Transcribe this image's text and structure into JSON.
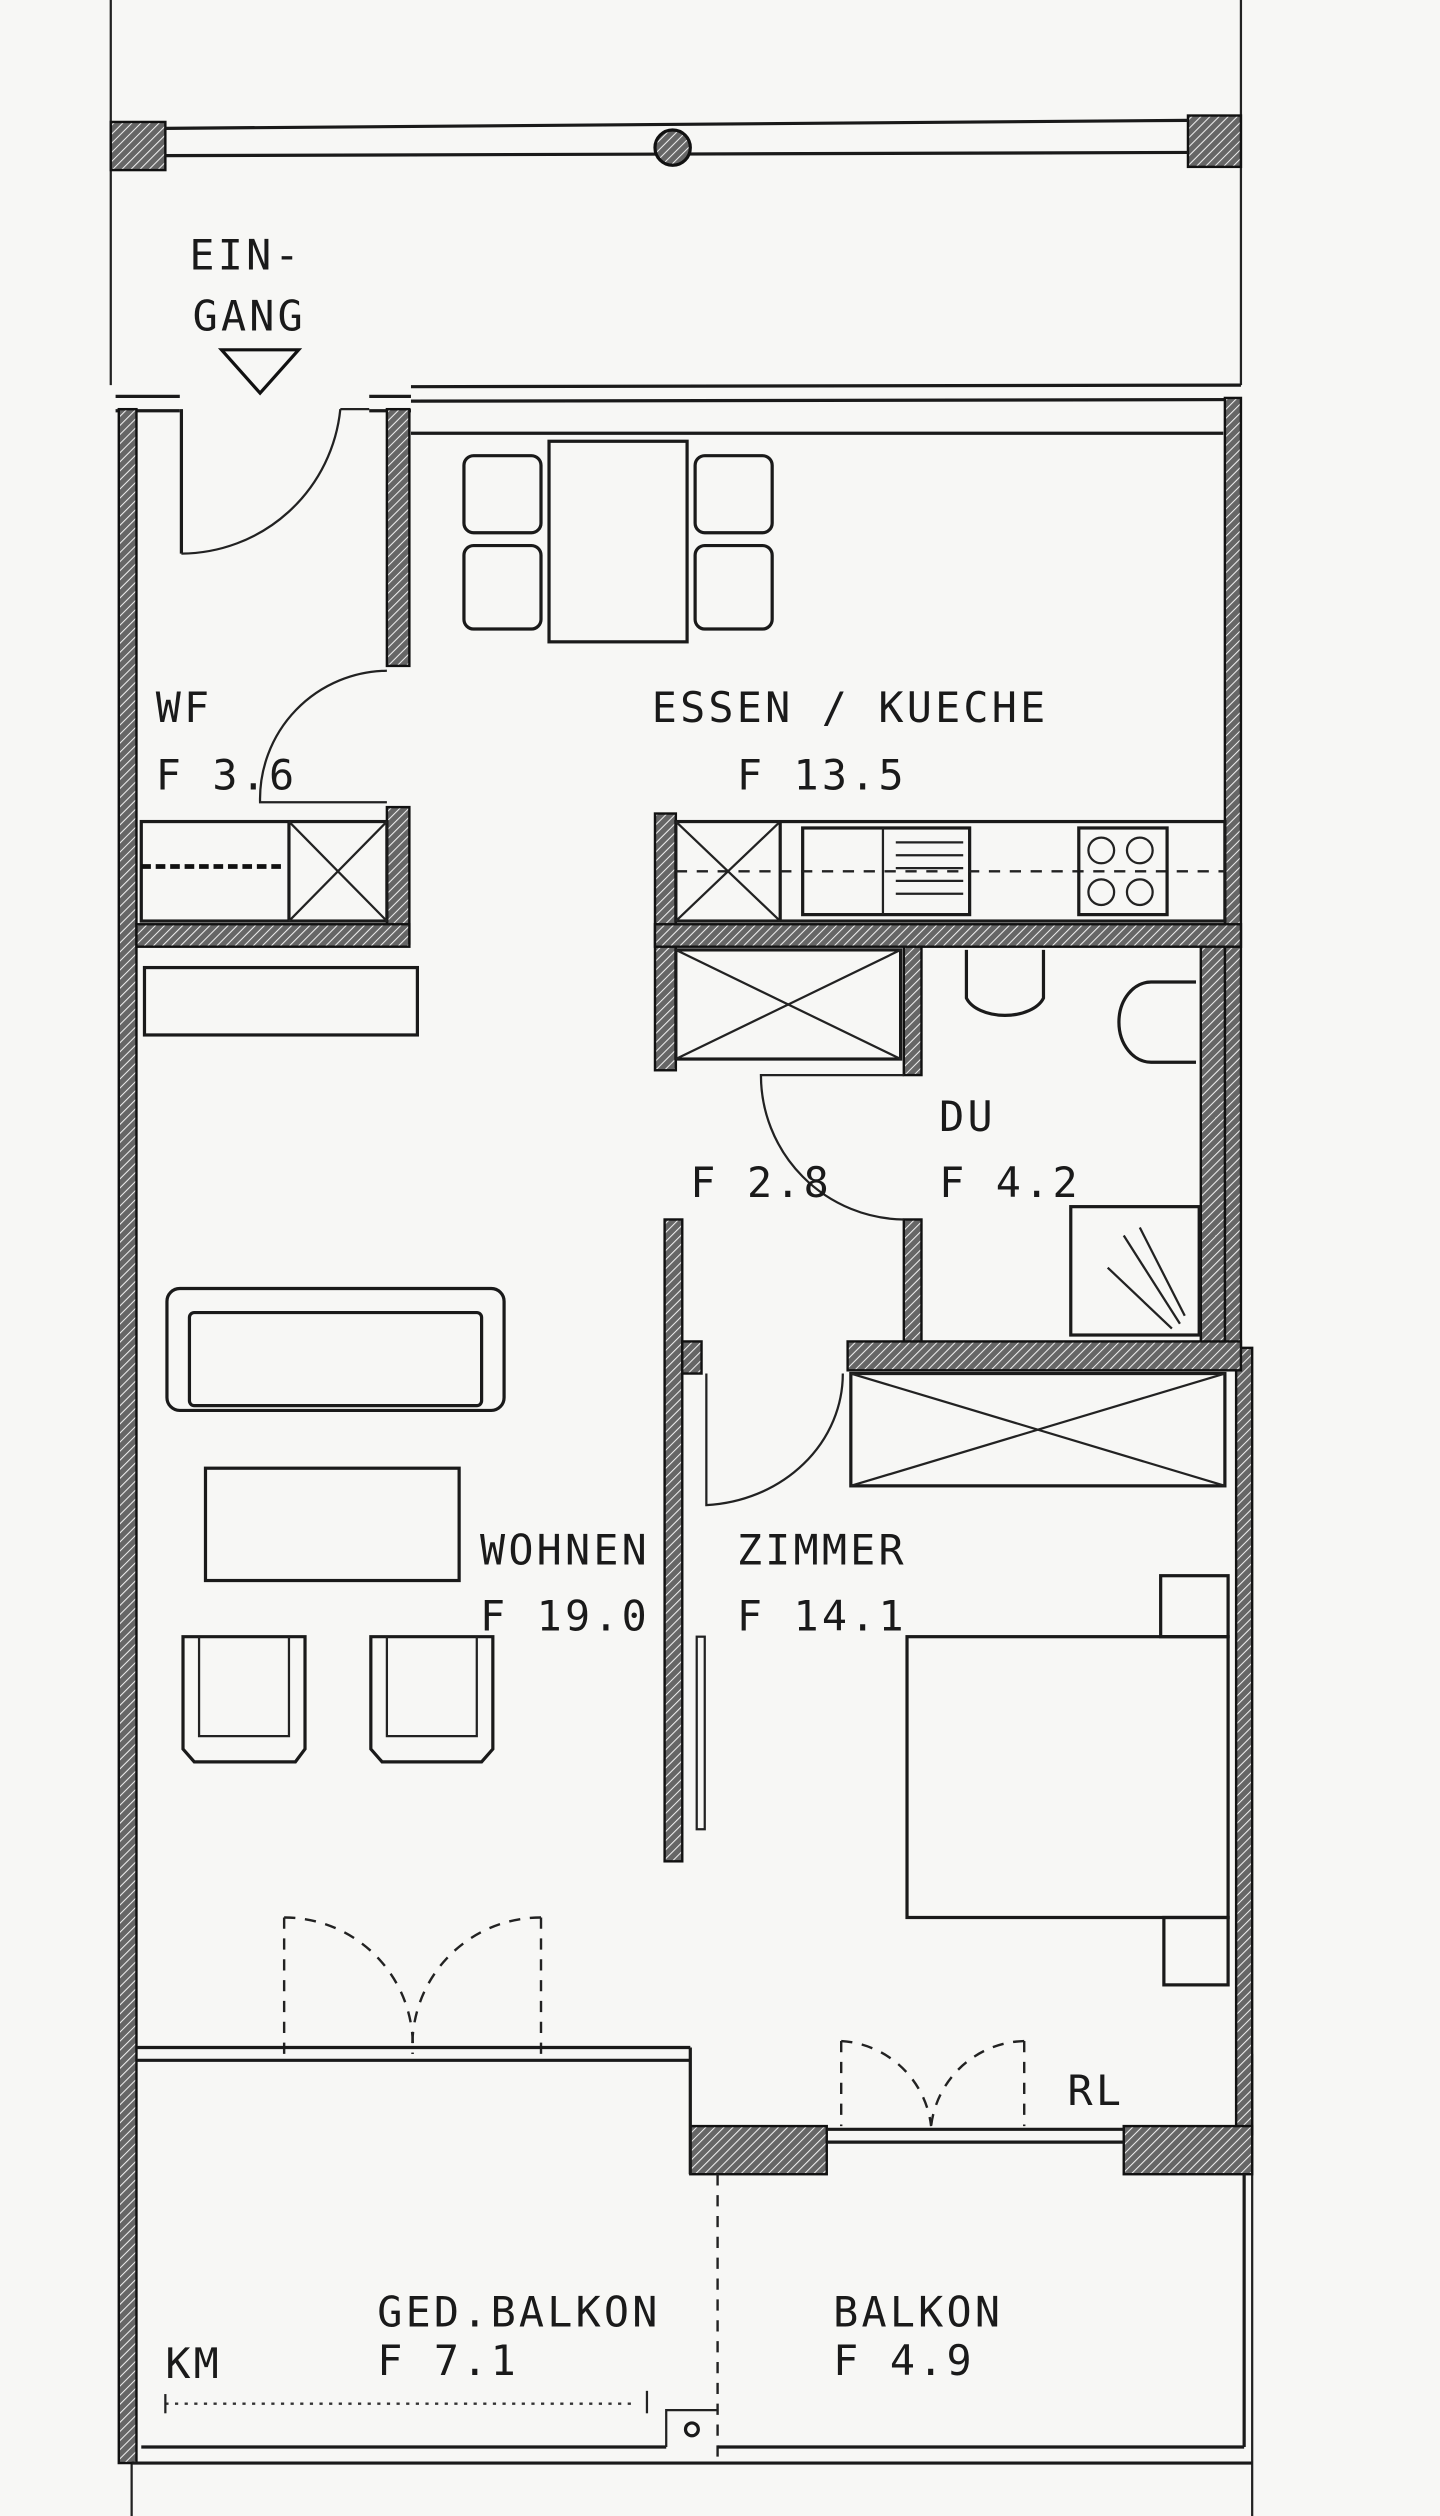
{
  "plan": {
    "entrance": {
      "line1": "EIN-",
      "line2": "GANG"
    },
    "rooms": [
      {
        "name": "WF",
        "area": "F 3.6"
      },
      {
        "name": "ESSEN / KUECHE",
        "area": "F 13.5"
      },
      {
        "name": "DU",
        "area": "F 4.2"
      },
      {
        "name": "",
        "area": "F 2.8"
      },
      {
        "name": "WOHNEN",
        "area": "F 19.0"
      },
      {
        "name": "ZIMMER",
        "area": "F 14.1"
      },
      {
        "name": "GED.BALKON",
        "area": "F 7.1"
      },
      {
        "name": "BALKON",
        "area": "F 4.9"
      }
    ],
    "annotations": {
      "km": "KM",
      "rl": "RL"
    }
  }
}
